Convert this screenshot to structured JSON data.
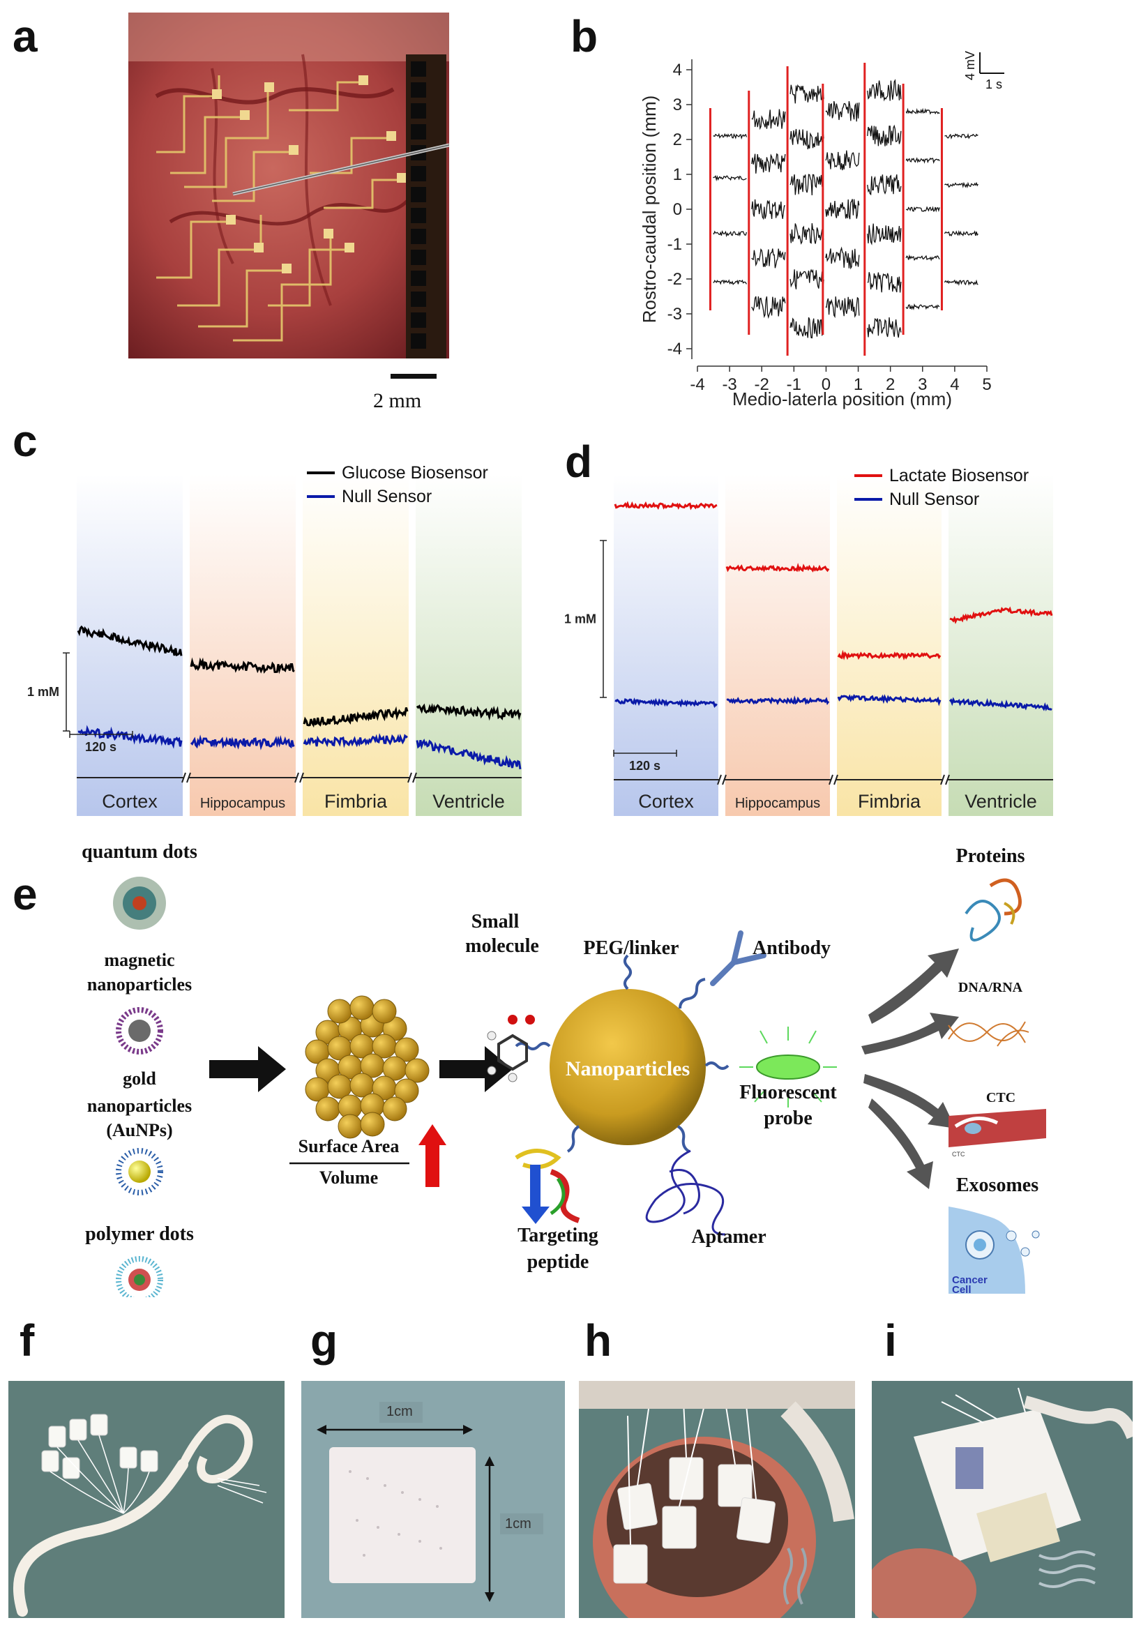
{
  "panels": {
    "a": {
      "letter": "a",
      "scale_bar": "2 mm"
    },
    "b": {
      "letter": "b",
      "xlabel": "Medio-laterla position (mm)",
      "ylabel": "Rostro-caudal position (mm)",
      "scale_v": "4 mV",
      "scale_h": "1 s"
    },
    "c": {
      "letter": "c",
      "legend": [
        "Glucose Biosensor",
        "Null Sensor"
      ],
      "conc_scale": "1 mM",
      "time_scale": "120 s",
      "regions": [
        "Cortex",
        "Hippocampus",
        "Fimbria",
        "Ventricle"
      ]
    },
    "d": {
      "letter": "d",
      "legend": [
        "Lactate Biosensor",
        "Null Sensor"
      ],
      "conc_scale": "1 mM",
      "time_scale": "120 s",
      "regions": [
        "Cortex",
        "Hippocampus",
        "Fimbria",
        "Ventricle"
      ]
    },
    "e": {
      "letter": "e",
      "left": [
        "quantum dots",
        "magnetic nanoparticles",
        "gold nanoparticles (AuNPs)",
        "polymer dots"
      ],
      "ratio_top": "Surface Area",
      "ratio_bottom": "Volume",
      "center": "Nanoparticles",
      "ligands": [
        "Small molecule",
        "PEG/linker",
        "Antibody",
        "Fluorescent probe",
        "Aptamer",
        "Targeting peptide"
      ],
      "targets": [
        "Proteins",
        "DNA/RNA",
        "CTC",
        "Exosomes"
      ],
      "ctc_small": "CTC",
      "cancer_cell": "Cancer Cell"
    },
    "f": {
      "letter": "f"
    },
    "g": {
      "letter": "g",
      "dim_top": "1cm",
      "dim_right": "1cm"
    },
    "h": {
      "letter": "h"
    },
    "i": {
      "letter": "i"
    }
  },
  "chart_data": [
    {
      "type": "line",
      "panel": "b",
      "x_ticks": [
        -4,
        -3,
        -2,
        -1,
        0,
        1,
        2,
        3,
        4,
        5
      ],
      "y_ticks": [
        4,
        3,
        2,
        1,
        0,
        -1,
        -2,
        -3,
        -4
      ],
      "xlabel": "Medio-laterla position (mm)",
      "ylabel": "Rostro-caudal position (mm)",
      "xlim": [
        -4,
        5
      ],
      "ylim": [
        -4.3,
        4.3
      ],
      "electrode_columns_x": [
        -3.6,
        -2.4,
        -1.2,
        -0.1,
        1.2,
        2.4,
        3.6
      ],
      "trace_rows": {
        "-3.6": [
          2.1,
          0.9,
          -0.7,
          -2.1
        ],
        "-2.4": [
          2.6,
          1.3,
          0.0,
          -1.4,
          -2.8
        ],
        "-1.2": [
          3.3,
          2.0,
          0.7,
          -0.7,
          -2.0,
          -3.4
        ],
        "-0.1": [
          2.8,
          1.4,
          0.0,
          -1.4,
          -2.8
        ],
        "1.2": [
          3.4,
          2.1,
          0.7,
          -0.7,
          -2.1,
          -3.4
        ],
        "2.4": [
          2.8,
          1.4,
          0.0,
          -1.4,
          -2.8
        ],
        "3.6": [
          2.1,
          0.7,
          -0.7,
          -2.1
        ]
      }
    },
    {
      "type": "line",
      "panel": "c",
      "categories": [
        "Cortex",
        "Hippocampus",
        "Fimbria",
        "Ventricle"
      ],
      "series": [
        {
          "name": "Glucose Biosensor",
          "color": "#000000",
          "values": [
            [
              2.3,
              2.0
            ],
            [
              1.85,
              1.8
            ],
            [
              1.1,
              1.25
            ],
            [
              1.3,
              1.2
            ]
          ]
        },
        {
          "name": "Null Sensor",
          "color": "#0a1aa8",
          "values": [
            [
              1.0,
              0.85
            ],
            [
              0.85,
              0.85
            ],
            [
              0.85,
              0.9
            ],
            [
              0.85,
              0.55
            ]
          ]
        }
      ],
      "ylabel": "",
      "xlabel": ""
    },
    {
      "type": "line",
      "panel": "d",
      "categories": [
        "Cortex",
        "Hippocampus",
        "Fimbria",
        "Ventricle"
      ],
      "series": [
        {
          "name": "Lactate Biosensor",
          "color": "#e01010",
          "values": [
            [
              3.85,
              3.85
            ],
            [
              2.95,
              2.95
            ],
            [
              1.7,
              1.7
            ],
            [
              2.2,
              2.35,
              2.3
            ]
          ]
        },
        {
          "name": "Null Sensor",
          "color": "#0a1aa8",
          "values": [
            [
              1.05,
              1.0
            ],
            [
              1.05,
              1.05
            ],
            [
              1.1,
              1.05
            ],
            [
              1.05,
              0.95
            ]
          ]
        }
      ],
      "ylabel": "",
      "xlabel": ""
    }
  ],
  "colors": {
    "null_sensor": "#0a1aa8",
    "glucose": "#000000",
    "lactate": "#e01010",
    "cortex_bg": "#b7c6ec",
    "hippocampus_bg": "#f7c9ae",
    "fimbria_bg": "#f9e4a6",
    "ventricle_bg": "#c6dcb4",
    "probe_electrode": "#e02020",
    "nanoparticle": "#d4a52a",
    "dark_green_bg": "#5f7e7a"
  }
}
